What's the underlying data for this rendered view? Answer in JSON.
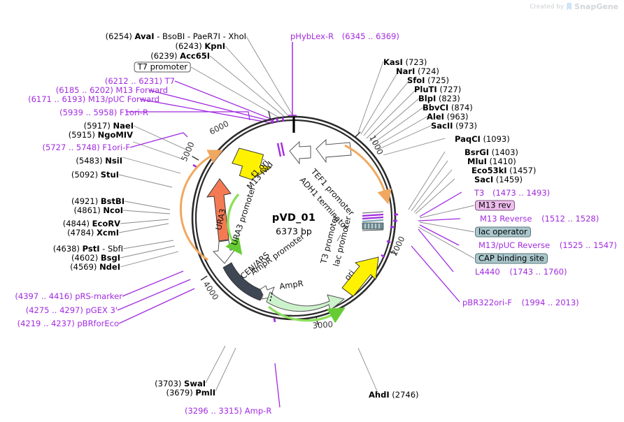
{
  "watermark": {
    "created_by": "Created by",
    "brand": "SnapGene"
  },
  "plasmid": {
    "name": "pVD_01",
    "length": "6373 bp"
  },
  "ruler_ticks": [
    "1000",
    "2000",
    "3000",
    "4000",
    "5000",
    "6000"
  ],
  "features": [
    {
      "name": "f1 ori",
      "color": "#FFF200"
    },
    {
      "name": "M13 fwd",
      "color": "#A22BE0"
    },
    {
      "name": "TEF1 promoter",
      "color": "#FFFFFF"
    },
    {
      "name": "ADH1 terminator",
      "color": "#FFFFFF"
    },
    {
      "name": "URA3",
      "color": "#F47A54"
    },
    {
      "name": "URA3 promoter",
      "color": "#FFFFFF"
    },
    {
      "name": "CEN/ARS",
      "color": "#3E4753"
    },
    {
      "name": "AmpR promoter",
      "color": "#FFFFFF"
    },
    {
      "name": "AmpR",
      "color": "#CCF2CC"
    },
    {
      "name": "ori",
      "color": "#FFF200"
    },
    {
      "name": "T3 promoter",
      "color": "#FFFFFF"
    },
    {
      "name": "lac promoter",
      "color": "#FFFFFF"
    }
  ],
  "labels_top_left": [
    {
      "id": "avai-group",
      "pos": "(6254)",
      "enz": "AvaI",
      "extra": "- BsoBI  - PaeR7I  - XhoI"
    },
    {
      "id": "kpni",
      "pos": "(6243)",
      "enz": "KpnI"
    },
    {
      "id": "acc65i",
      "pos": "(6239)",
      "enz": "Acc65I"
    }
  ],
  "labels_left": [
    {
      "id": "nsii",
      "pos": "(5483)",
      "enz": "NsiI"
    },
    {
      "id": "stui",
      "pos": "(5092)",
      "enz": "StuI"
    },
    {
      "id": "bstbi",
      "pos": "(4921)",
      "enz": "BstBI"
    },
    {
      "id": "ncoi",
      "pos": "(4861)",
      "enz": "NcoI"
    },
    {
      "id": "ecorv",
      "pos": "(4844)",
      "enz": "EcoRV"
    },
    {
      "id": "xcmi",
      "pos": "(4784)",
      "enz": "XcmI"
    },
    {
      "id": "psti",
      "pos": "(4638)",
      "enz": "PstI",
      "extra": "- SbfI"
    },
    {
      "id": "bsgi",
      "pos": "(4602)",
      "enz": "BsgI"
    },
    {
      "id": "ndei",
      "pos": "(4569)",
      "enz": "NdeI"
    },
    {
      "id": "naei",
      "pos": "(5917)",
      "enz": "NaeI"
    },
    {
      "id": "ngomiv",
      "pos": "(5915)",
      "enz": "NgoMIV"
    }
  ],
  "labels_left_purple": [
    {
      "id": "t7-primer",
      "range": "(6212 .. 6231)",
      "name": "T7"
    },
    {
      "id": "m13-forward",
      "range": "(6185 .. 6202)",
      "name": "M13 Forward"
    },
    {
      "id": "m13puc-forward",
      "range": "(6171 .. 6193)",
      "name": "M13/pUC Forward"
    },
    {
      "id": "f1ori-r",
      "range": "(5939 .. 5958)",
      "name": "F1ori-R"
    },
    {
      "id": "f1ori-f",
      "range": "(5727 .. 5748)",
      "name": "F1ori-F"
    },
    {
      "id": "prs-marker",
      "range": "(4397 .. 4416)",
      "name": "pRS-marker"
    },
    {
      "id": "pgex-3",
      "range": "(4275 .. 4297)",
      "name": "pGEX 3'"
    },
    {
      "id": "pbrforeco",
      "range": "(4219 .. 4237)",
      "name": "pBRforEco"
    }
  ],
  "labels_bottom": [
    {
      "id": "swai",
      "pos": "(3703)",
      "enz": "SwaI"
    },
    {
      "id": "pmli",
      "pos": "(3679)",
      "enz": "PmlI"
    },
    {
      "id": "ahdi",
      "enz": "AhdI",
      "pos": "(2746)"
    }
  ],
  "labels_bottom_purple": [
    {
      "id": "amp-r",
      "range": "(3296 .. 3315)",
      "name": "Amp-R"
    }
  ],
  "labels_right": [
    {
      "id": "kasi",
      "enz": "KasI",
      "pos": "(723)"
    },
    {
      "id": "nari",
      "enz": "NarI",
      "pos": "(724)"
    },
    {
      "id": "sfoi",
      "enz": "SfoI",
      "pos": "(725)"
    },
    {
      "id": "pluti",
      "enz": "PluTI",
      "pos": "(727)"
    },
    {
      "id": "blpi",
      "enz": "BlpI",
      "pos": "(823)"
    },
    {
      "id": "bbvci",
      "enz": "BbvCI",
      "pos": "(874)"
    },
    {
      "id": "alei",
      "enz": "AleI",
      "pos": "(963)"
    },
    {
      "id": "sacii",
      "enz": "SacII",
      "pos": "(973)"
    },
    {
      "id": "paqci",
      "enz": "PaqCI",
      "pos": "(1093)"
    },
    {
      "id": "bsrgi",
      "enz": "BsrGI",
      "pos": "(1403)"
    },
    {
      "id": "mlui",
      "enz": "MluI",
      "pos": "(1410)"
    },
    {
      "id": "eco53ki",
      "enz": "Eco53kI",
      "pos": "(1457)"
    },
    {
      "id": "saci",
      "enz": "SacI",
      "pos": "(1459)"
    }
  ],
  "labels_right_purple": [
    {
      "id": "t3",
      "name": "T3",
      "range": "(1473 .. 1493)"
    },
    {
      "id": "m13-reverse",
      "name": "M13 Reverse",
      "range": "(1512 .. 1528)"
    },
    {
      "id": "m13puc-reverse",
      "name": "M13/pUC Reverse",
      "range": "(1525 .. 1547)"
    },
    {
      "id": "l4440",
      "name": "L4440",
      "range": "(1743 .. 1760)"
    },
    {
      "id": "pbr322ori-f",
      "name": "pBR322ori-F",
      "range": "(1994 .. 2013)"
    }
  ],
  "labels_top_purple": [
    {
      "id": "phyblex-r",
      "name": "pHybLex-R",
      "range": "(6345 .. 6369)"
    }
  ],
  "boxed_labels": [
    {
      "id": "t7-promoter",
      "text": "T7 promoter",
      "style": "plain"
    },
    {
      "id": "m13-rev",
      "text": "M13 rev",
      "style": "pink"
    },
    {
      "id": "lac-operator",
      "text": "lac operator",
      "style": "teal"
    },
    {
      "id": "cap-binding",
      "text": "CAP binding site",
      "style": "teal"
    }
  ],
  "colors": {
    "purple": "#A22BE0",
    "backbone": "#2b2b2b",
    "yellow": "#FFF200",
    "orange_arrow": "#F0A860",
    "green_arrow": "#66CC33",
    "ura3": "#F47A54",
    "ampr": "#CCF2CC",
    "cenars": "#3E4753"
  }
}
